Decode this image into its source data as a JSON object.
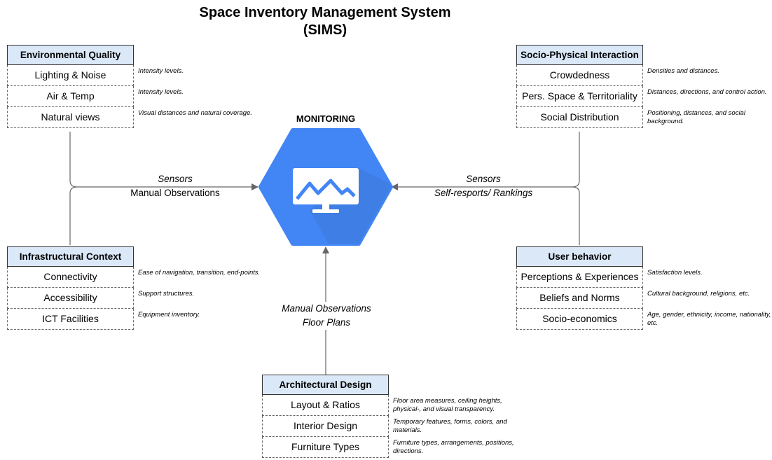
{
  "title_line1": "Space Inventory Management System",
  "title_line2": "(SIMS)",
  "center": {
    "label": "MONITORING",
    "icon": "monitor-chart-icon",
    "color": "#4285f4",
    "shadow": "#3c78d8"
  },
  "left_edge": {
    "top": "Sensors",
    "bottom": "Manual Observations"
  },
  "right_edge": {
    "top": "Sensors",
    "bottom": "Self-resports/ Rankings"
  },
  "bottom_edge": {
    "top": "Manual Observations",
    "bottom": "Floor Plans"
  },
  "colors": {
    "header_fill": "#dbe8f8",
    "line": "#666666"
  },
  "blocks": {
    "env": {
      "title": "Environmental Quality",
      "rows": [
        {
          "label": "Lighting & Noise",
          "note": "Intensity levels."
        },
        {
          "label": "Air & Temp",
          "note": "Intensity levels."
        },
        {
          "label": "Natural views",
          "note": "Visual distances and natural coverage."
        }
      ]
    },
    "infra": {
      "title": "Infrastructural Context",
      "rows": [
        {
          "label": "Connectivity",
          "note": "Ease of  navigation, transition, end-points."
        },
        {
          "label": "Accessibility",
          "note": "Support structures."
        },
        {
          "label": "ICT Facilities",
          "note": "Equipment inventory."
        }
      ]
    },
    "socio": {
      "title": "Socio-Physical Interaction",
      "rows": [
        {
          "label": "Crowdedness",
          "note": "Densities and distances."
        },
        {
          "label": "Pers. Space & Territoriality",
          "note": "Distances, directions, and control action."
        },
        {
          "label": "Social Distribution",
          "note": "Positioning, distances, and social background."
        }
      ]
    },
    "user": {
      "title": "User behavior",
      "rows": [
        {
          "label": "Perceptions  & Experiences",
          "note": "Satisfaction levels."
        },
        {
          "label": "Beliefs and Norms",
          "note": "Cultural background, religions, etc."
        },
        {
          "label": "Socio-economics",
          "note": "Age, gender, ethnicity, income, nationality, etc."
        }
      ]
    },
    "arch": {
      "title": "Architectural Design",
      "rows": [
        {
          "label": "Layout & Ratios",
          "note": "Floor area measures, ceiling heights,  physical-, and visual transparency."
        },
        {
          "label": "Interior Design",
          "note": "Temporary features, forms, colors, and materials."
        },
        {
          "label": "Furniture Types",
          "note": "Furniture types, arrangements, positions, directions."
        }
      ]
    }
  }
}
